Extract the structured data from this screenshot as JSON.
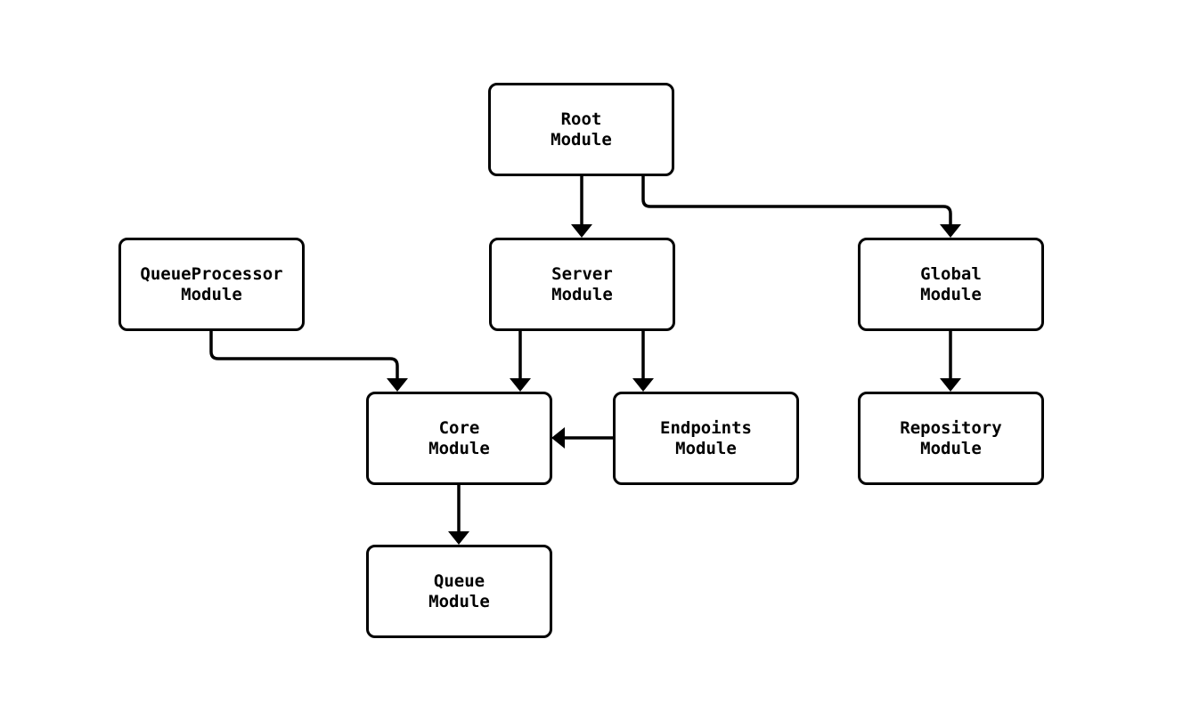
{
  "diagram": {
    "type": "flowchart",
    "orientation": "top-down",
    "colors": {
      "background": "#ffffff",
      "node_fill": "#ffffff",
      "line": "#000000",
      "text": "#000000"
    },
    "nodes": [
      {
        "id": "root",
        "label": "Root\nModule"
      },
      {
        "id": "server",
        "label": "Server\nModule"
      },
      {
        "id": "global",
        "label": "Global\nModule"
      },
      {
        "id": "queue-processor",
        "label": "QueueProcessor\nModule"
      },
      {
        "id": "core",
        "label": "Core\nModule"
      },
      {
        "id": "endpoints",
        "label": "Endpoints\nModule"
      },
      {
        "id": "repository",
        "label": "Repository\nModule"
      },
      {
        "id": "queue",
        "label": "Queue\nModule"
      }
    ],
    "edges": [
      {
        "from": "root",
        "to": "server"
      },
      {
        "from": "root",
        "to": "global"
      },
      {
        "from": "queue-processor",
        "to": "core"
      },
      {
        "from": "server",
        "to": "core"
      },
      {
        "from": "server",
        "to": "endpoints"
      },
      {
        "from": "endpoints",
        "to": "core"
      },
      {
        "from": "global",
        "to": "repository"
      },
      {
        "from": "core",
        "to": "queue"
      }
    ]
  }
}
